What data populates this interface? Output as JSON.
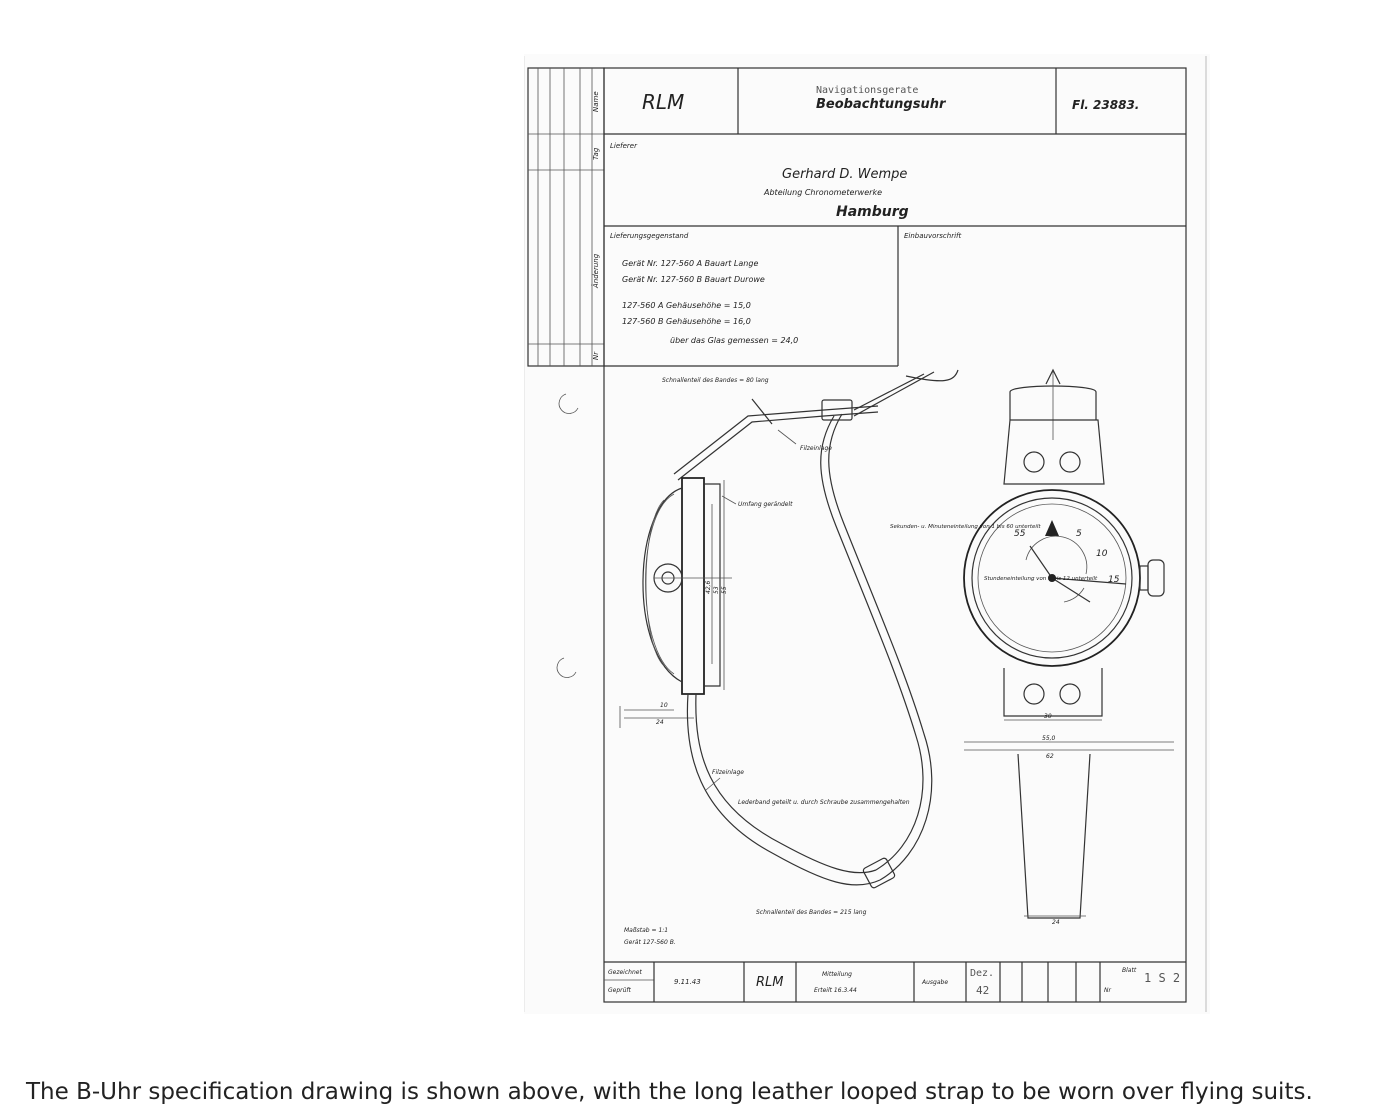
{
  "drawing": {
    "title_block": {
      "authority": "RLM",
      "category": "Navigationsgerate",
      "name": "Beobachtungsuhr",
      "drawing_number": "Fl. 23883.",
      "supplier_label": "Lieferer",
      "supplier_name": "Gerhard D. Wempe",
      "supplier_department": "Abteilung Chronometerwerke",
      "supplier_city": "Hamburg",
      "delivery_item_label": "Lieferungsgegenstand",
      "installation_label": "Einbauvorschrift"
    },
    "margin_labels": [
      "Name",
      "Tag",
      "Änderung",
      "Nr"
    ],
    "specs": [
      "Gerät Nr. 127-560 A  Bauart Lange",
      "Gerät Nr. 127-560 B  Bauart Durowe",
      "127-560 A  Gehäusehöhe = 15,0",
      "127-560 B  Gehäusehöhe = 16,0",
      "über das Glas gemessen = 24,0"
    ],
    "annotations": {
      "short_strap": "Schnallenteil des Bandes = 80 lang",
      "felt_pad_top": "Filzeinlage",
      "knurled": "Umfang gerändelt",
      "seconds_dial": "Sekunden- u. Minuteneinteilung von 1 bis 60 unterteilt",
      "hour_dial": "Stundeneinteilung von 1 bis 12 unterteilt",
      "felt_pad_bottom": "Filzeinlage",
      "leather_strap": "Lederband geteilt u. durch Schraube zusammengehalten",
      "long_strap": "Schnallenteil des Bandes = 215 lang",
      "scale": "Maßstab = 1:1",
      "device": "Gerät 127-560 B.",
      "dims_side": [
        "10",
        "24"
      ],
      "dims_front": [
        "30",
        "55,0",
        "62"
      ],
      "dims_dial": [
        "42,6",
        "53",
        "55"
      ],
      "dim_strap": "24",
      "dial_numbers": [
        "55",
        "5",
        "10",
        "15"
      ]
    },
    "footer": {
      "drawn_label": "Gezeichnet",
      "checked_label": "Geprüft",
      "date": "9.11.43",
      "authority": "RLM",
      "department": "Mitteilung",
      "department_sub": "Erteilt 16.3.44",
      "issued_label": "Ausgabe",
      "issue_month": "Dez.",
      "issue_year": "42",
      "sheet_label": "Blatt",
      "sheet_no": "Nr",
      "sheet_value": "1 S 2"
    }
  },
  "caption": "The B-Uhr specification drawing is shown above, with the long leather looped strap to be worn over flying suits."
}
